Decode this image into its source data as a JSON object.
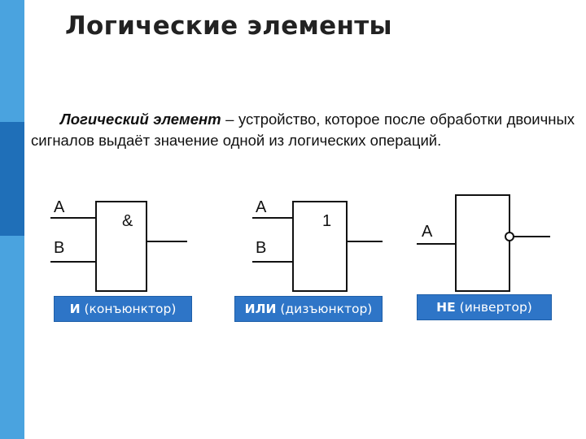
{
  "title": "Логические элементы",
  "definition": {
    "term": "Логический элемент",
    "text": " – устройство, которое после обработки двоичных сигналов выдаёт значение одной из логических операций."
  },
  "gates": [
    {
      "id": "and",
      "inputs": [
        "A",
        "B"
      ],
      "symbol": "&",
      "caption_bold": "И",
      "caption_rest": " (конъюнктор)"
    },
    {
      "id": "or",
      "inputs": [
        "A",
        "B"
      ],
      "symbol": "1",
      "caption_bold": "ИЛИ",
      "caption_rest": " (дизъюнктор)"
    },
    {
      "id": "not",
      "inputs": [
        "A"
      ],
      "symbol": "",
      "caption_bold": "НЕ",
      "caption_rest": " (инвертор)"
    }
  ],
  "colors": {
    "accent": "#2e75c7",
    "sidebar": "#4aa3df",
    "sidebar_dark": "#1f6fb8"
  }
}
